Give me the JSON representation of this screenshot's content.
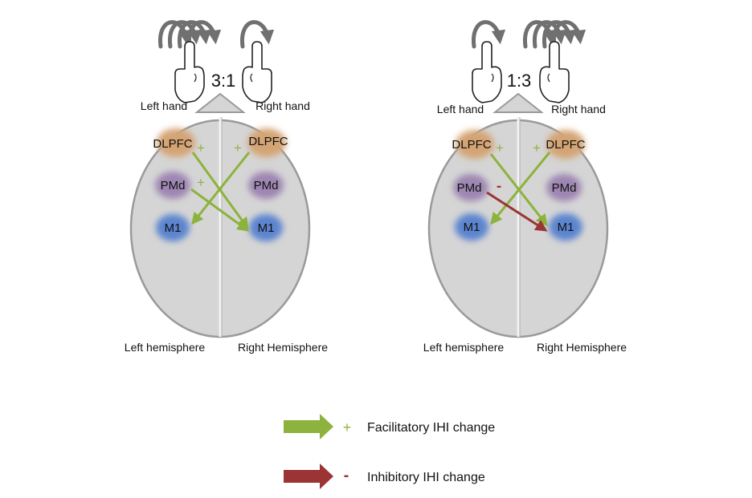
{
  "panels": [
    {
      "ratio": "3:1",
      "left_hand": "Left hand",
      "right_hand": "Right hand",
      "left_hemisphere": "Left hemisphere",
      "right_hemisphere": "Right Hemisphere",
      "regions": {
        "dlpfc": "DLPFC",
        "pmd": "PMd",
        "m1": "M1"
      },
      "signs": [
        "+",
        "+",
        "+"
      ]
    },
    {
      "ratio": "1:3",
      "left_hand": "Left hand",
      "right_hand": "Right hand",
      "left_hemisphere": "Left hemisphere",
      "right_hemisphere": "Right Hemisphere",
      "regions": {
        "dlpfc": "DLPFC",
        "pmd": "PMd",
        "m1": "M1"
      },
      "signs": [
        "+",
        "+",
        "-"
      ]
    }
  ],
  "legend": {
    "facilitatory": {
      "sign": "+",
      "label": "Facilitatory IHI change"
    },
    "inhibitory": {
      "sign": "-",
      "label": "Inhibitory IHI change"
    }
  },
  "colors": {
    "brain_fill": "#d5d5d5",
    "brain_stroke": "#9a9a9a",
    "dlpfc": "#d4a474",
    "pmd": "#9e86b2",
    "m1": "#5b84cf",
    "facilitatory": "#8db23d",
    "inhibitory": "#9b3535",
    "rotation_arrow": "#707070"
  }
}
